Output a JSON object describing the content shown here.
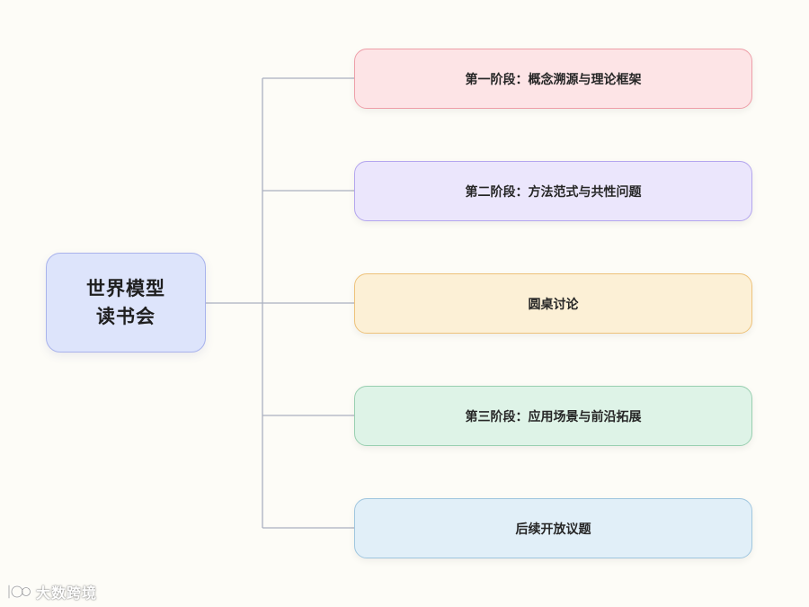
{
  "root": {
    "lines": [
      "世界模型",
      "读书会"
    ]
  },
  "branches": [
    {
      "label": "第一阶段：概念溯源与理论框架",
      "color": "#fde4e6"
    },
    {
      "label": "第二阶段：方法范式与共性问题",
      "color": "#ebe6fc"
    },
    {
      "label": "圆桌讨论",
      "color": "#fcf0d6"
    },
    {
      "label": "第三阶段：应用场景与前沿拓展",
      "color": "#def3e7"
    },
    {
      "label": "后续开放议题",
      "color": "#e1eff8"
    }
  ],
  "watermark": {
    "text": "大数跨境"
  }
}
